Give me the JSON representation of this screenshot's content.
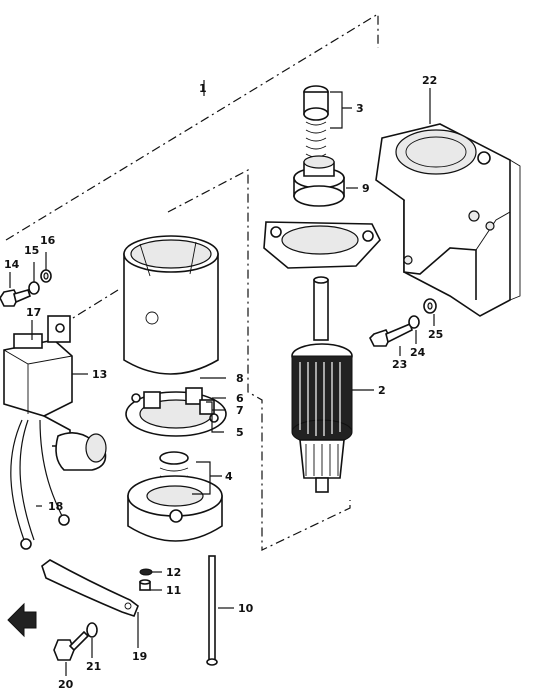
{
  "callouts": [
    {
      "id": "c1",
      "text": "1"
    },
    {
      "id": "c2",
      "text": "2"
    },
    {
      "id": "c3",
      "text": "3"
    },
    {
      "id": "c4",
      "text": "4"
    },
    {
      "id": "c5",
      "text": "5"
    },
    {
      "id": "c6",
      "text": "6"
    },
    {
      "id": "c7",
      "text": "7"
    },
    {
      "id": "c8",
      "text": "8"
    },
    {
      "id": "c9",
      "text": "9"
    },
    {
      "id": "c10",
      "text": "10"
    },
    {
      "id": "c11",
      "text": "11"
    },
    {
      "id": "c12",
      "text": "12"
    },
    {
      "id": "c13",
      "text": "13"
    },
    {
      "id": "c14",
      "text": "14"
    },
    {
      "id": "c15",
      "text": "15"
    },
    {
      "id": "c16",
      "text": "16"
    },
    {
      "id": "c17",
      "text": "17"
    },
    {
      "id": "c18",
      "text": "18"
    },
    {
      "id": "c19",
      "text": "19"
    },
    {
      "id": "c20",
      "text": "20"
    },
    {
      "id": "c21",
      "text": "21"
    },
    {
      "id": "c22",
      "text": "22"
    },
    {
      "id": "c23",
      "text": "23"
    },
    {
      "id": "c24",
      "text": "24"
    },
    {
      "id": "c25",
      "text": "25"
    }
  ]
}
